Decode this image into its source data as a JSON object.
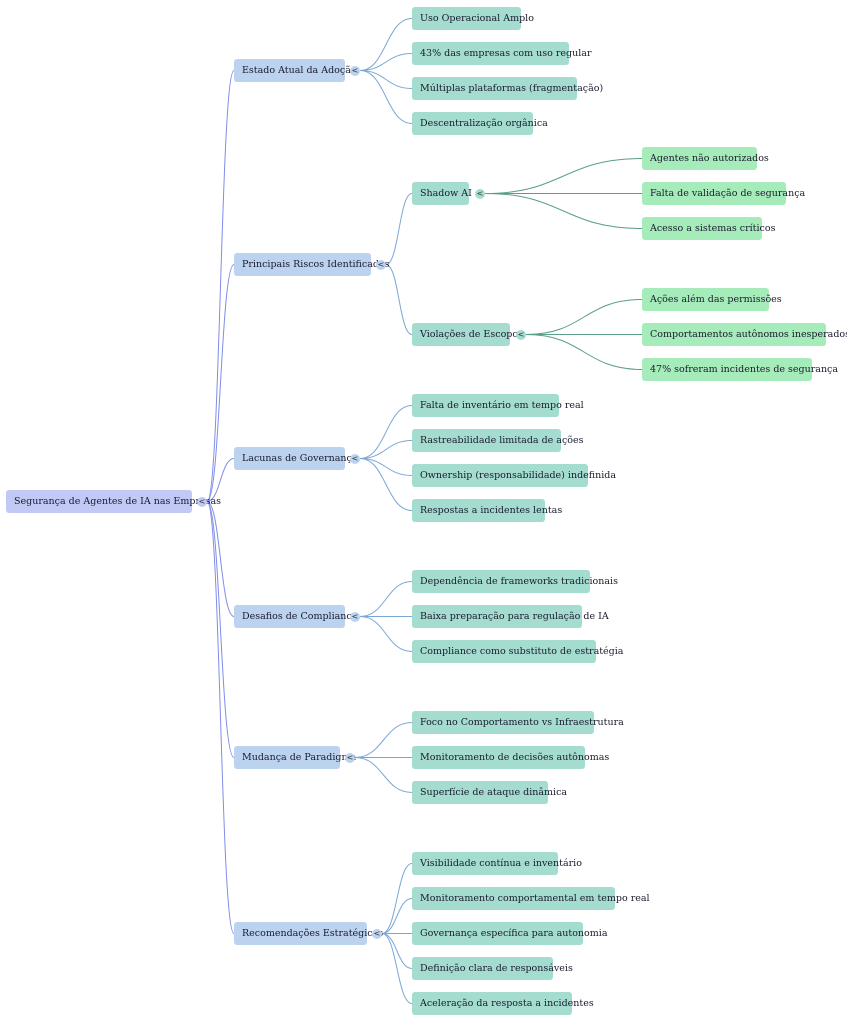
{
  "root": {
    "label": "Segurança de Agentes de IA nas Empresas",
    "toggle": "<",
    "children": [
      {
        "label": "Estado Atual da Adoção",
        "toggle": "<",
        "children": [
          {
            "label": "Uso Operacional Amplo"
          },
          {
            "label": "43% das empresas com uso regular"
          },
          {
            "label": "Múltiplas plataformas (fragmentação)"
          },
          {
            "label": "Descentralização orgânica"
          }
        ]
      },
      {
        "label": "Principais Riscos Identificados",
        "toggle": "<",
        "children": [
          {
            "label": "Shadow AI",
            "toggle": "<",
            "children": [
              {
                "label": "Agentes não autorizados"
              },
              {
                "label": "Falta de validação de segurança"
              },
              {
                "label": "Acesso a sistemas críticos"
              }
            ]
          },
          {
            "label": "Violações de Escopo",
            "toggle": "<",
            "children": [
              {
                "label": "Ações além das permissões"
              },
              {
                "label": "Comportamentos autônomos inesperados"
              },
              {
                "label": "47% sofreram incidentes de segurança"
              }
            ]
          }
        ]
      },
      {
        "label": "Lacunas de Governança",
        "toggle": "<",
        "children": [
          {
            "label": "Falta de inventário em tempo real"
          },
          {
            "label": "Rastreabilidade limitada de ações"
          },
          {
            "label": "Ownership (responsabilidade) indefinida"
          },
          {
            "label": "Respostas a incidentes lentas"
          }
        ]
      },
      {
        "label": "Desafios de Compliance",
        "toggle": "<",
        "children": [
          {
            "label": "Dependência de frameworks tradicionais"
          },
          {
            "label": "Baixa preparação para regulação de IA"
          },
          {
            "label": "Compliance como substituto de estratégia"
          }
        ]
      },
      {
        "label": "Mudança de Paradigma",
        "toggle": "<",
        "children": [
          {
            "label": "Foco no Comportamento vs Infraestrutura"
          },
          {
            "label": "Monitoramento de decisões autônomas"
          },
          {
            "label": "Superfície de ataque dinâmica"
          }
        ]
      },
      {
        "label": "Recomendações Estratégicas",
        "toggle": "<",
        "children": [
          {
            "label": "Visibilidade contínua e inventário"
          },
          {
            "label": "Monitoramento comportamental em tempo real"
          },
          {
            "label": "Governança específica para autonomia"
          },
          {
            "label": "Definição clara de responsáveis"
          },
          {
            "label": "Aceleração da resposta a incidentes"
          }
        ]
      }
    ]
  },
  "colors": {
    "root_fill": "#c3c9f5",
    "level1_fill": "#bcd3ef",
    "level2_fill": "#a4ddd0",
    "level3_fill": "#a6ecba",
    "root_edge": "#7f8de8",
    "level1_edge": "#7ba7d6",
    "level2_edge": "#5a9e88",
    "toggle_root": "#c3c9f5",
    "toggle_l1": "#bcd3ef",
    "toggle_l2": "#a4ddd0"
  }
}
